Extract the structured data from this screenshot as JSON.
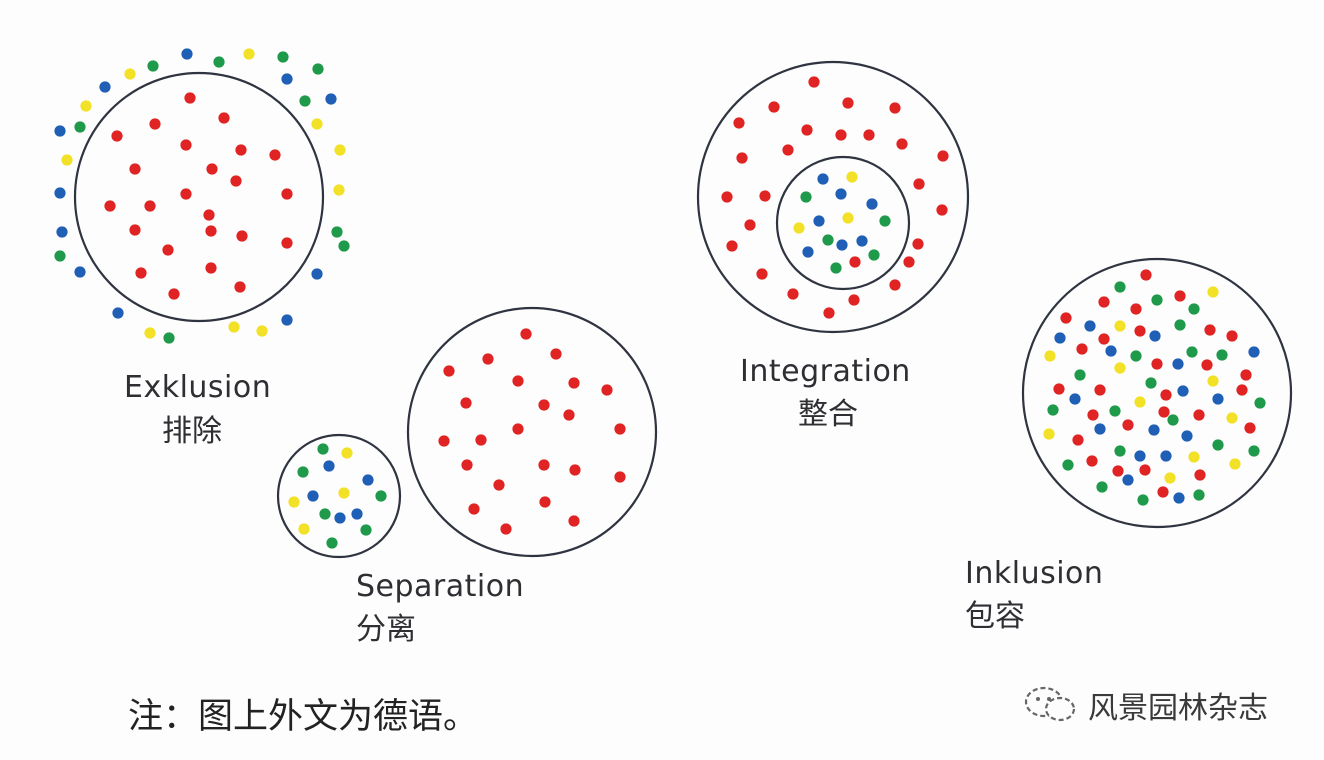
{
  "colors": {
    "outline": "#2f3440",
    "red": "#e02424",
    "blue": "#1f5fb5",
    "green": "#1f9a4a",
    "yellow": "#f2e127"
  },
  "groups": {
    "exclusion": {
      "en": "Exklusion",
      "zh": "排除"
    },
    "separation": {
      "en": "Separation",
      "zh": "分离"
    },
    "integration": {
      "en": "Integration",
      "zh": "整合"
    },
    "inclusion": {
      "en": "Inklusion",
      "zh": "包容"
    }
  },
  "note": "注：图上外文为德语。",
  "watermark": {
    "text": "风景园林杂志",
    "icon": "wechat-icon"
  }
}
